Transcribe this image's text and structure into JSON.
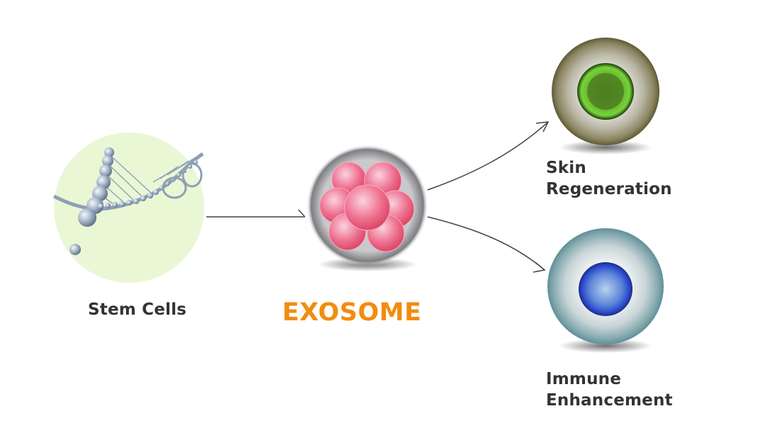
{
  "diagram": {
    "source_node": {
      "label": "Stem Cells",
      "icon": "dna-helix-icon",
      "background_color": "#eaf7d5"
    },
    "center_node": {
      "label": "EXOSOME",
      "icon": "exosome-cluster-icon",
      "label_color": "#f28c0e"
    },
    "outcomes": [
      {
        "label_line1": "Skin",
        "label_line2": "Regeneration",
        "icon": "green-nucleus-cell-icon",
        "accent_color": "#5fc21d"
      },
      {
        "label_line1": "Immune",
        "label_line2": "Enhancement",
        "icon": "blue-nucleus-cell-icon",
        "accent_color": "#2f4fd0"
      }
    ],
    "edges": [
      {
        "from": "Stem Cells",
        "to": "EXOSOME"
      },
      {
        "from": "EXOSOME",
        "to": "Skin Regeneration"
      },
      {
        "from": "EXOSOME",
        "to": "Immune Enhancement"
      }
    ]
  }
}
